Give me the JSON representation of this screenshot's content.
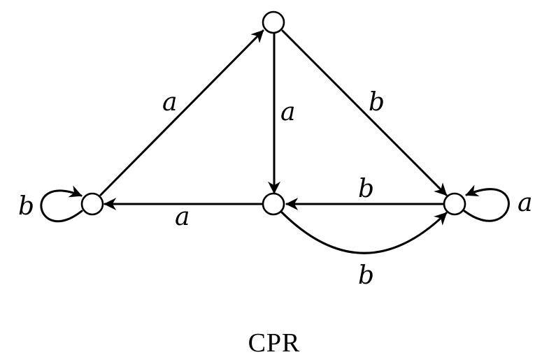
{
  "diagram": {
    "caption": "CPR",
    "edge_labels": {
      "left_to_top": "a",
      "top_to_middle": "a",
      "top_to_right": "b",
      "right_to_middle": "b",
      "middle_to_left": "a",
      "middle_to_right_curved": "b",
      "left_self_loop": "b",
      "right_self_loop": "a"
    }
  }
}
